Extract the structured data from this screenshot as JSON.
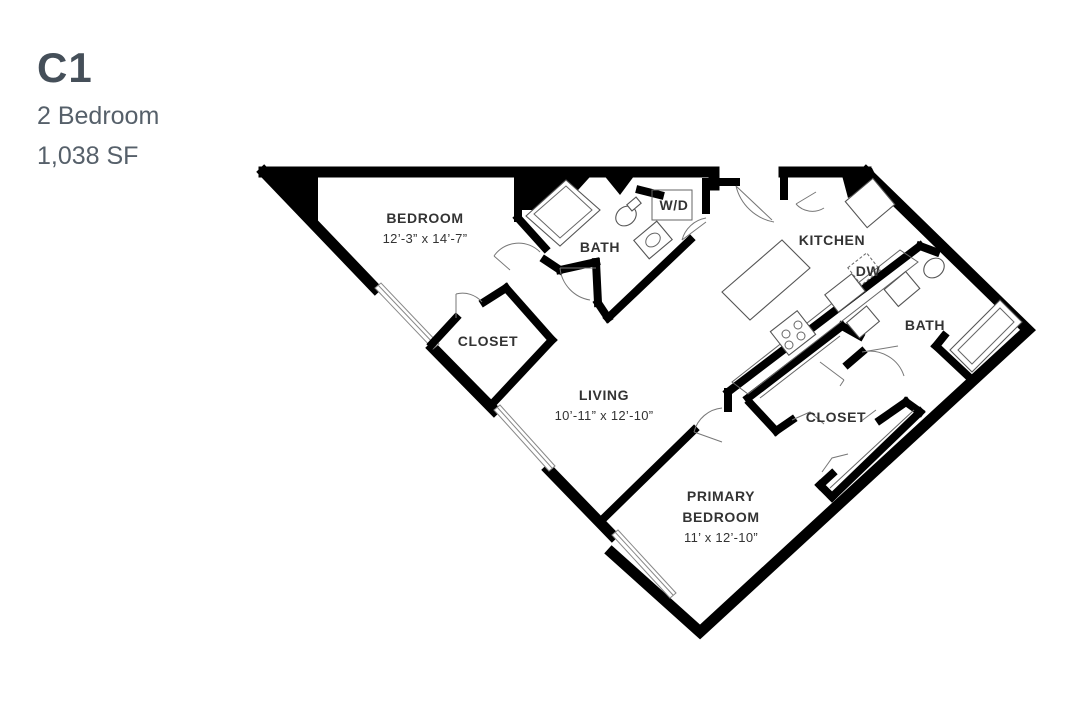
{
  "unit": {
    "name": "C1",
    "bedrooms": "2 Bedroom",
    "area": "1,038 SF"
  },
  "rooms": {
    "bedroom": {
      "name": "BEDROOM",
      "dims": "12’-3” x 14’-7”"
    },
    "bath_1": {
      "name": "BATH"
    },
    "wd": {
      "name": "W/D"
    },
    "kitchen": {
      "name": "KITCHEN"
    },
    "dw": {
      "name": "DW"
    },
    "bath_2": {
      "name": "BATH"
    },
    "closet_1": {
      "name": "CLOSET"
    },
    "living": {
      "name": "LIVING",
      "dims": "10’-11” x 12’-10”"
    },
    "closet_2": {
      "name": "CLOSET"
    },
    "primary_bedroom": {
      "name_line1": "PRIMARY",
      "name_line2": "BEDROOM",
      "dims": "11’ x 12’-10”"
    }
  },
  "colors": {
    "wall": "#000000",
    "text": "#333333",
    "header": "#4f5962"
  }
}
